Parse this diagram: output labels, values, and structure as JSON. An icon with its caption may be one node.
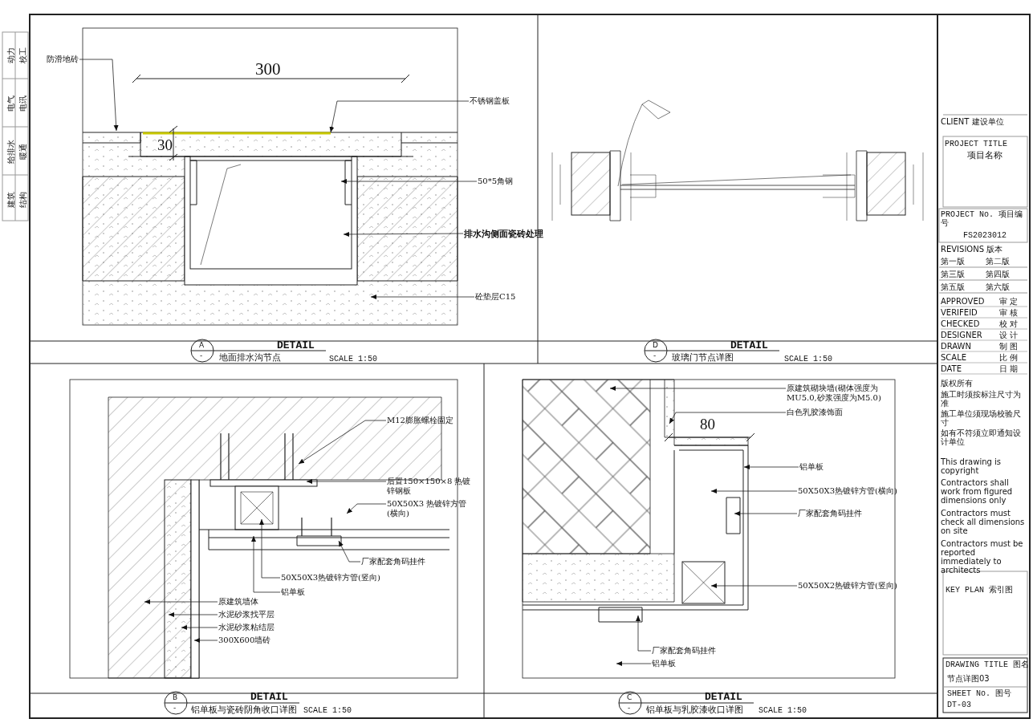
{
  "diagram": {
    "nodes": [
      {
        "text": [
          "防滑地砖"
        ]
      },
      {
        "text": [
          "不锈钢盖板"
        ]
      },
      {
        "text": [
          "50*5角钢"
        ]
      },
      {
        "text": [
          "排水沟侧面瓷砖处理"
        ]
      },
      {
        "text": [
          "砼垫层C15"
        ]
      },
      {
        "text": [
          "M12膨胀螺栓固定"
        ]
      },
      {
        "text": [
          "后置150×150×8 热镀锌钢板"
        ]
      },
      {
        "text": [
          "50X50X3 热镀锌方管(横向)"
        ]
      },
      {
        "text": [
          "厂家配套角码挂件"
        ]
      },
      {
        "text": [
          "50X50X3热镀锌方管(竖向)"
        ]
      },
      {
        "text": [
          "铝单板"
        ]
      },
      {
        "text": [
          "原建筑墙体"
        ]
      },
      {
        "text": [
          "水泥砂浆找平层"
        ]
      },
      {
        "text": [
          "水泥砂浆粘结层"
        ]
      },
      {
        "text": [
          "300X600墙砖"
        ]
      },
      {
        "text": [
          "原建筑砌块墙(砌体强度为MU5.0,砂浆强度为M5.0)"
        ]
      },
      {
        "text": [
          "白色乳胶漆饰面"
        ]
      },
      {
        "text": [
          "铝单板"
        ]
      },
      {
        "text": [
          "50X50X3热镀锌方管(横向)"
        ]
      },
      {
        "text": [
          "厂家配套角码挂件"
        ]
      },
      {
        "text": [
          "50X50X2热镀锌方管(竖向)"
        ]
      },
      {
        "text": [
          "厂家配套角码挂件"
        ]
      },
      {
        "text": [
          "铝单板"
        ]
      }
    ],
    "edges": [
      {
        "from": 0,
        "to": null,
        "arrow": "to"
      },
      {
        "from": 1,
        "to": null,
        "arrow": "to"
      },
      {
        "from": 2,
        "to": null,
        "arrow": "to"
      },
      {
        "from": 3,
        "to": null,
        "arrow": "to"
      },
      {
        "from": 4,
        "to": null,
        "arrow": "to"
      },
      {
        "from": 5,
        "to": null,
        "arrow": "to"
      },
      {
        "from": 6,
        "to": null,
        "arrow": "to"
      },
      {
        "from": 7,
        "to": null,
        "arrow": "to"
      },
      {
        "from": 8,
        "to": null,
        "arrow": "to"
      },
      {
        "from": 9,
        "to": null,
        "arrow": "to"
      },
      {
        "from": 10,
        "to": null,
        "arrow": "to"
      },
      {
        "from": 11,
        "to": null,
        "arrow": "to"
      },
      {
        "from": 12,
        "to": null,
        "arrow": "to"
      },
      {
        "from": 13,
        "to": null,
        "arrow": "to"
      },
      {
        "from": 14,
        "to": null,
        "arrow": "to"
      },
      {
        "from": 15,
        "to": null,
        "arrow": "to"
      },
      {
        "from": 16,
        "to": null,
        "arrow": "to"
      },
      {
        "from": 17,
        "to": null,
        "arrow": "to"
      },
      {
        "from": 18,
        "to": null,
        "arrow": "to"
      },
      {
        "from": 19,
        "to": null,
        "arrow": "to"
      },
      {
        "from": 20,
        "to": null,
        "arrow": "to"
      },
      {
        "from": 21,
        "to": null,
        "arrow": "to"
      },
      {
        "from": 22,
        "to": null,
        "arrow": "to"
      }
    ],
    "labels": [
      "300",
      "30",
      "DETAIL",
      "A",
      "-",
      "地面排水沟节点",
      "SCALE 1:50",
      "DETAIL",
      "D",
      "-",
      "玻璃门节点详图",
      "SCALE 1:50",
      "80",
      "DETAIL",
      "B",
      "-",
      "铝单板与瓷砖阴角收口详图",
      "SCALE 1:50",
      "DETAIL",
      "C",
      "-",
      "铝单板与乳胶漆收口详图",
      "SCALE 1:50",
      "CLIENT 建设单位",
      "PROJECT TITLE",
      "项目名称",
      "PROJECT No. 项目编号",
      "FS2023012",
      "REVISIONS 版本",
      "第一版",
      "第二版",
      "第三版",
      "第四版",
      "第五版",
      "第六版",
      "APPROVED",
      "审 定",
      "VERIFEID",
      "审 核",
      "CHECKED",
      "校 对",
      "DESIGNER",
      "设 计",
      "DRAWN",
      "制 图",
      "SCALE",
      "比 例",
      "DATE",
      "日 期",
      "版权所有",
      "施工时须按标注尺寸为准",
      "施工单位须现场校验尺寸",
      "如有不符须立即通知设计单位",
      "This drawing is copyright",
      "Contractors shall work from figured dimensions only",
      "Contractors must check all dimensions on site",
      "Contractors must be reported immediately to architects",
      "KEY PLAN 索引图",
      "DRAWING TITLE 图名",
      "节点详图03",
      "SHEET No. 图号",
      "DT-03",
      "动力",
      "校工",
      "电气",
      "电讯",
      "给排水",
      "暖通",
      "建筑",
      "结构"
    ]
  }
}
